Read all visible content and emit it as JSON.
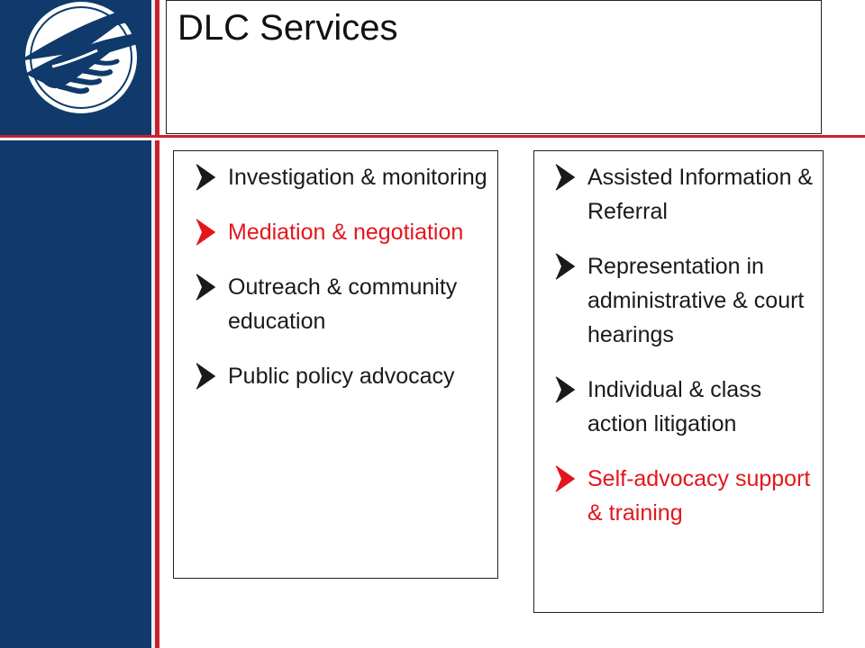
{
  "slide": {
    "title": "DLC Services"
  },
  "colors": {
    "sidebar": "#0f3a6b",
    "accent_red": "#c8232c",
    "highlight_text": "#e3161d",
    "body_text": "#1a1a1a"
  },
  "left_column": {
    "items": [
      {
        "text": "Investigation & monitoring",
        "color": "default"
      },
      {
        "text": "Mediation & negotiation",
        "color": "red"
      },
      {
        "text": "Outreach & community education",
        "color": "default"
      },
      {
        "text": "Public policy advocacy",
        "color": "default"
      }
    ]
  },
  "right_column": {
    "items": [
      {
        "text": "Assisted Information & Referral",
        "color": "default"
      },
      {
        "text": "Representation in administrative & court hearings",
        "color": "default"
      },
      {
        "text": "Individual & class action litigation",
        "color": "default"
      },
      {
        "text": "Self-advocacy support & training",
        "color": "red"
      }
    ]
  },
  "icons": {
    "logo": "handshake-logo-icon",
    "bullet": "arrow-bullet-icon"
  }
}
